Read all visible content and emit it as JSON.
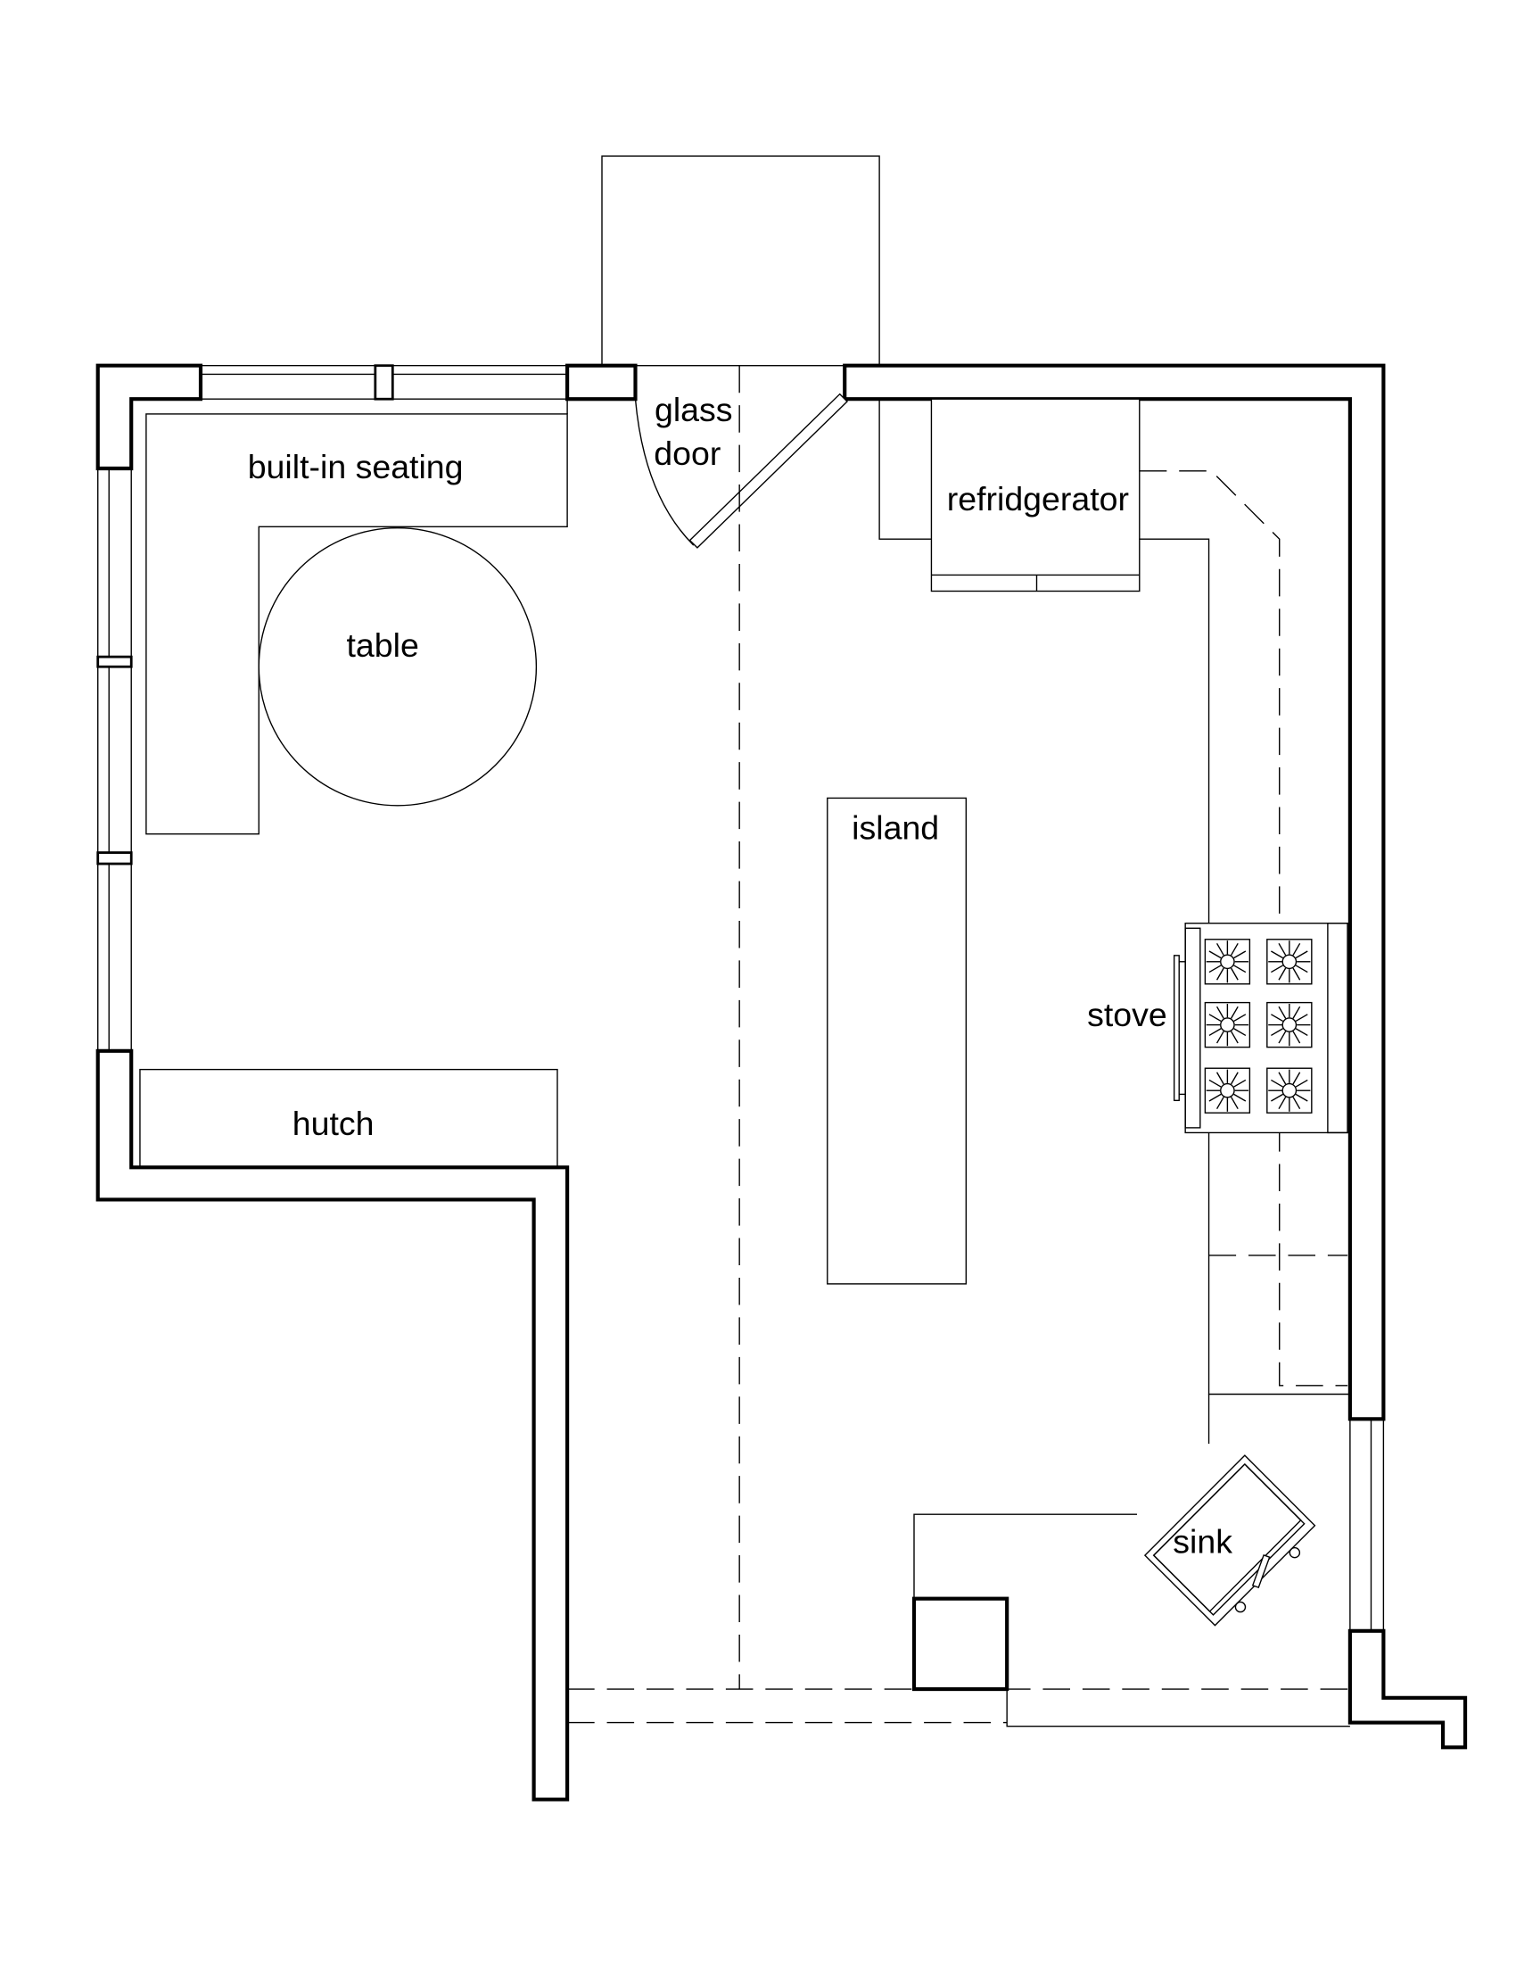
{
  "plan": {
    "labels": {
      "built_in_seating": "built-in seating",
      "table": "table",
      "glass": "glass",
      "door": "door",
      "refrigerator": "refridgerator",
      "island": "island",
      "stove": "stove",
      "hutch": "hutch",
      "sink": "sink"
    },
    "stove_burner_count": 6,
    "colors": {
      "line": "#000000",
      "background": "#ffffff"
    }
  }
}
